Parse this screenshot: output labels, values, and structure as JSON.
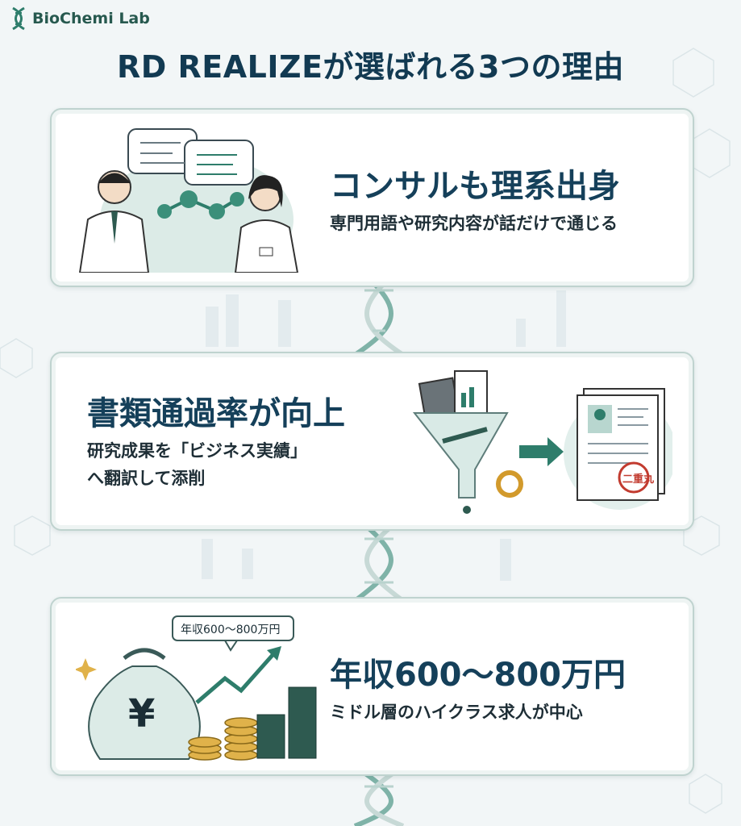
{
  "brand": {
    "logo_text": "BioChemi Lab",
    "logo_icon": "dna-icon"
  },
  "title": "RD REALIZEが選ばれる3つの理由",
  "reasons": [
    {
      "heading": "コンサルも理系出身",
      "sub_lines": [
        "専門用語や研究内容が話だけで通じる"
      ],
      "icon": "consultants-illustration"
    },
    {
      "heading": "書類通過率が向上",
      "sub_lines": [
        "研究成果を「ビジネス実績」",
        "へ翻訳して添削"
      ],
      "icon": "document-funnel-illustration"
    },
    {
      "heading": "年収600〜800万円",
      "sub_lines": [
        "ミドル層のハイクラス求人が中心"
      ],
      "icon": "money-growth-illustration",
      "badge": "年収600〜800万円"
    }
  ],
  "illustration_text": {
    "stamp": "二重丸",
    "yen": "¥"
  },
  "colors": {
    "accent": "#2e7d6b",
    "title": "#123a52",
    "card_border": "#bfd3cf",
    "gold": "#e0b24a"
  }
}
